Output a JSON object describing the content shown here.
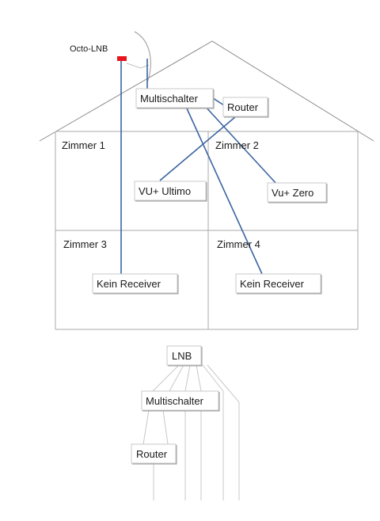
{
  "labels": {
    "lnb_top": "Octo-LNB",
    "multischalter": "Multischalter",
    "router": "Router",
    "rooms": [
      "Zimmer 1",
      "Zimmer 2",
      "Zimmer 3",
      "Zimmer 4"
    ],
    "receiver_ultimo": "VU+ Ultimo",
    "receiver_zero": "Vu+ Zero",
    "receiver_none_3": "Kein Receiver",
    "receiver_none_4": "Kein Receiver",
    "bottom_lnb": "LNB",
    "bottom_multischalter": "Multischalter",
    "bottom_router": "Router"
  },
  "colors": {
    "cable": "#3b64a0",
    "lnb_marker": "#e8141e",
    "wall": "#a8a8a8",
    "roof": "#8c8c8c",
    "thin_cable": "#c8c8c8"
  }
}
